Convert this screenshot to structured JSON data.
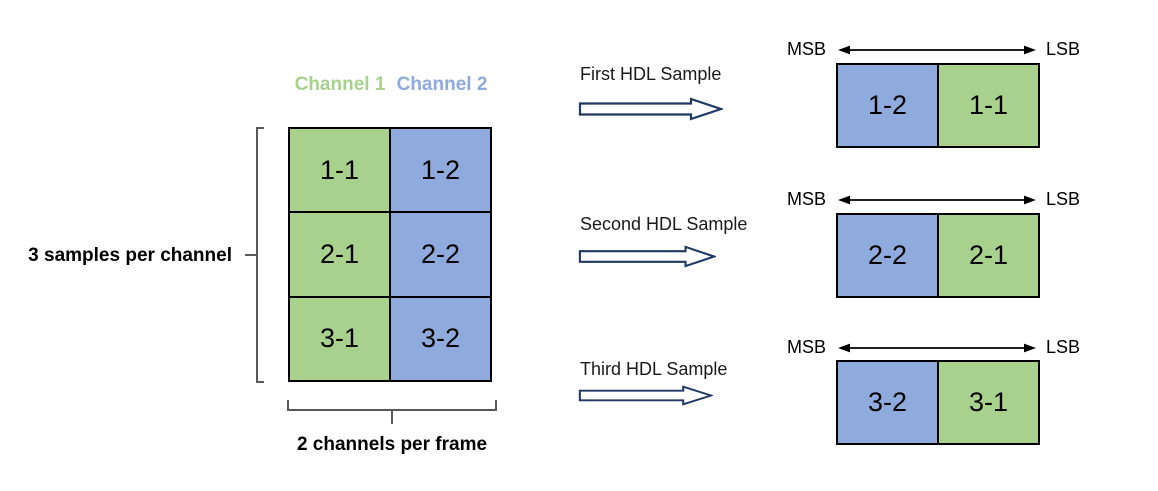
{
  "frame_grid": {
    "channel_headers": [
      {
        "label": "Channel 1",
        "color": "#A9D18E"
      },
      {
        "label": "Channel 2",
        "color": "#8FAADC"
      }
    ],
    "rows": [
      [
        "1-1",
        "1-2"
      ],
      [
        "2-1",
        "2-2"
      ],
      [
        "3-1",
        "3-2"
      ]
    ],
    "left_bracket_label": "3 samples per channel",
    "bottom_bracket_label": "2 channels per frame"
  },
  "bit_labels": {
    "msb": "MSB",
    "lsb": "LSB"
  },
  "hdl_samples": [
    {
      "label": "First HDL Sample",
      "cells": [
        "1-2",
        "1-1"
      ]
    },
    {
      "label": "Second HDL Sample",
      "cells": [
        "2-2",
        "2-1"
      ]
    },
    {
      "label": "Third HDL Sample",
      "cells": [
        "3-2",
        "3-1"
      ]
    }
  ],
  "colors": {
    "channel1_fill": "#A9D18E",
    "channel2_fill": "#8FAADC",
    "block_arrow_outline": "#1F3864",
    "bracket_stroke": "#595959",
    "cell_border": "#000000"
  }
}
